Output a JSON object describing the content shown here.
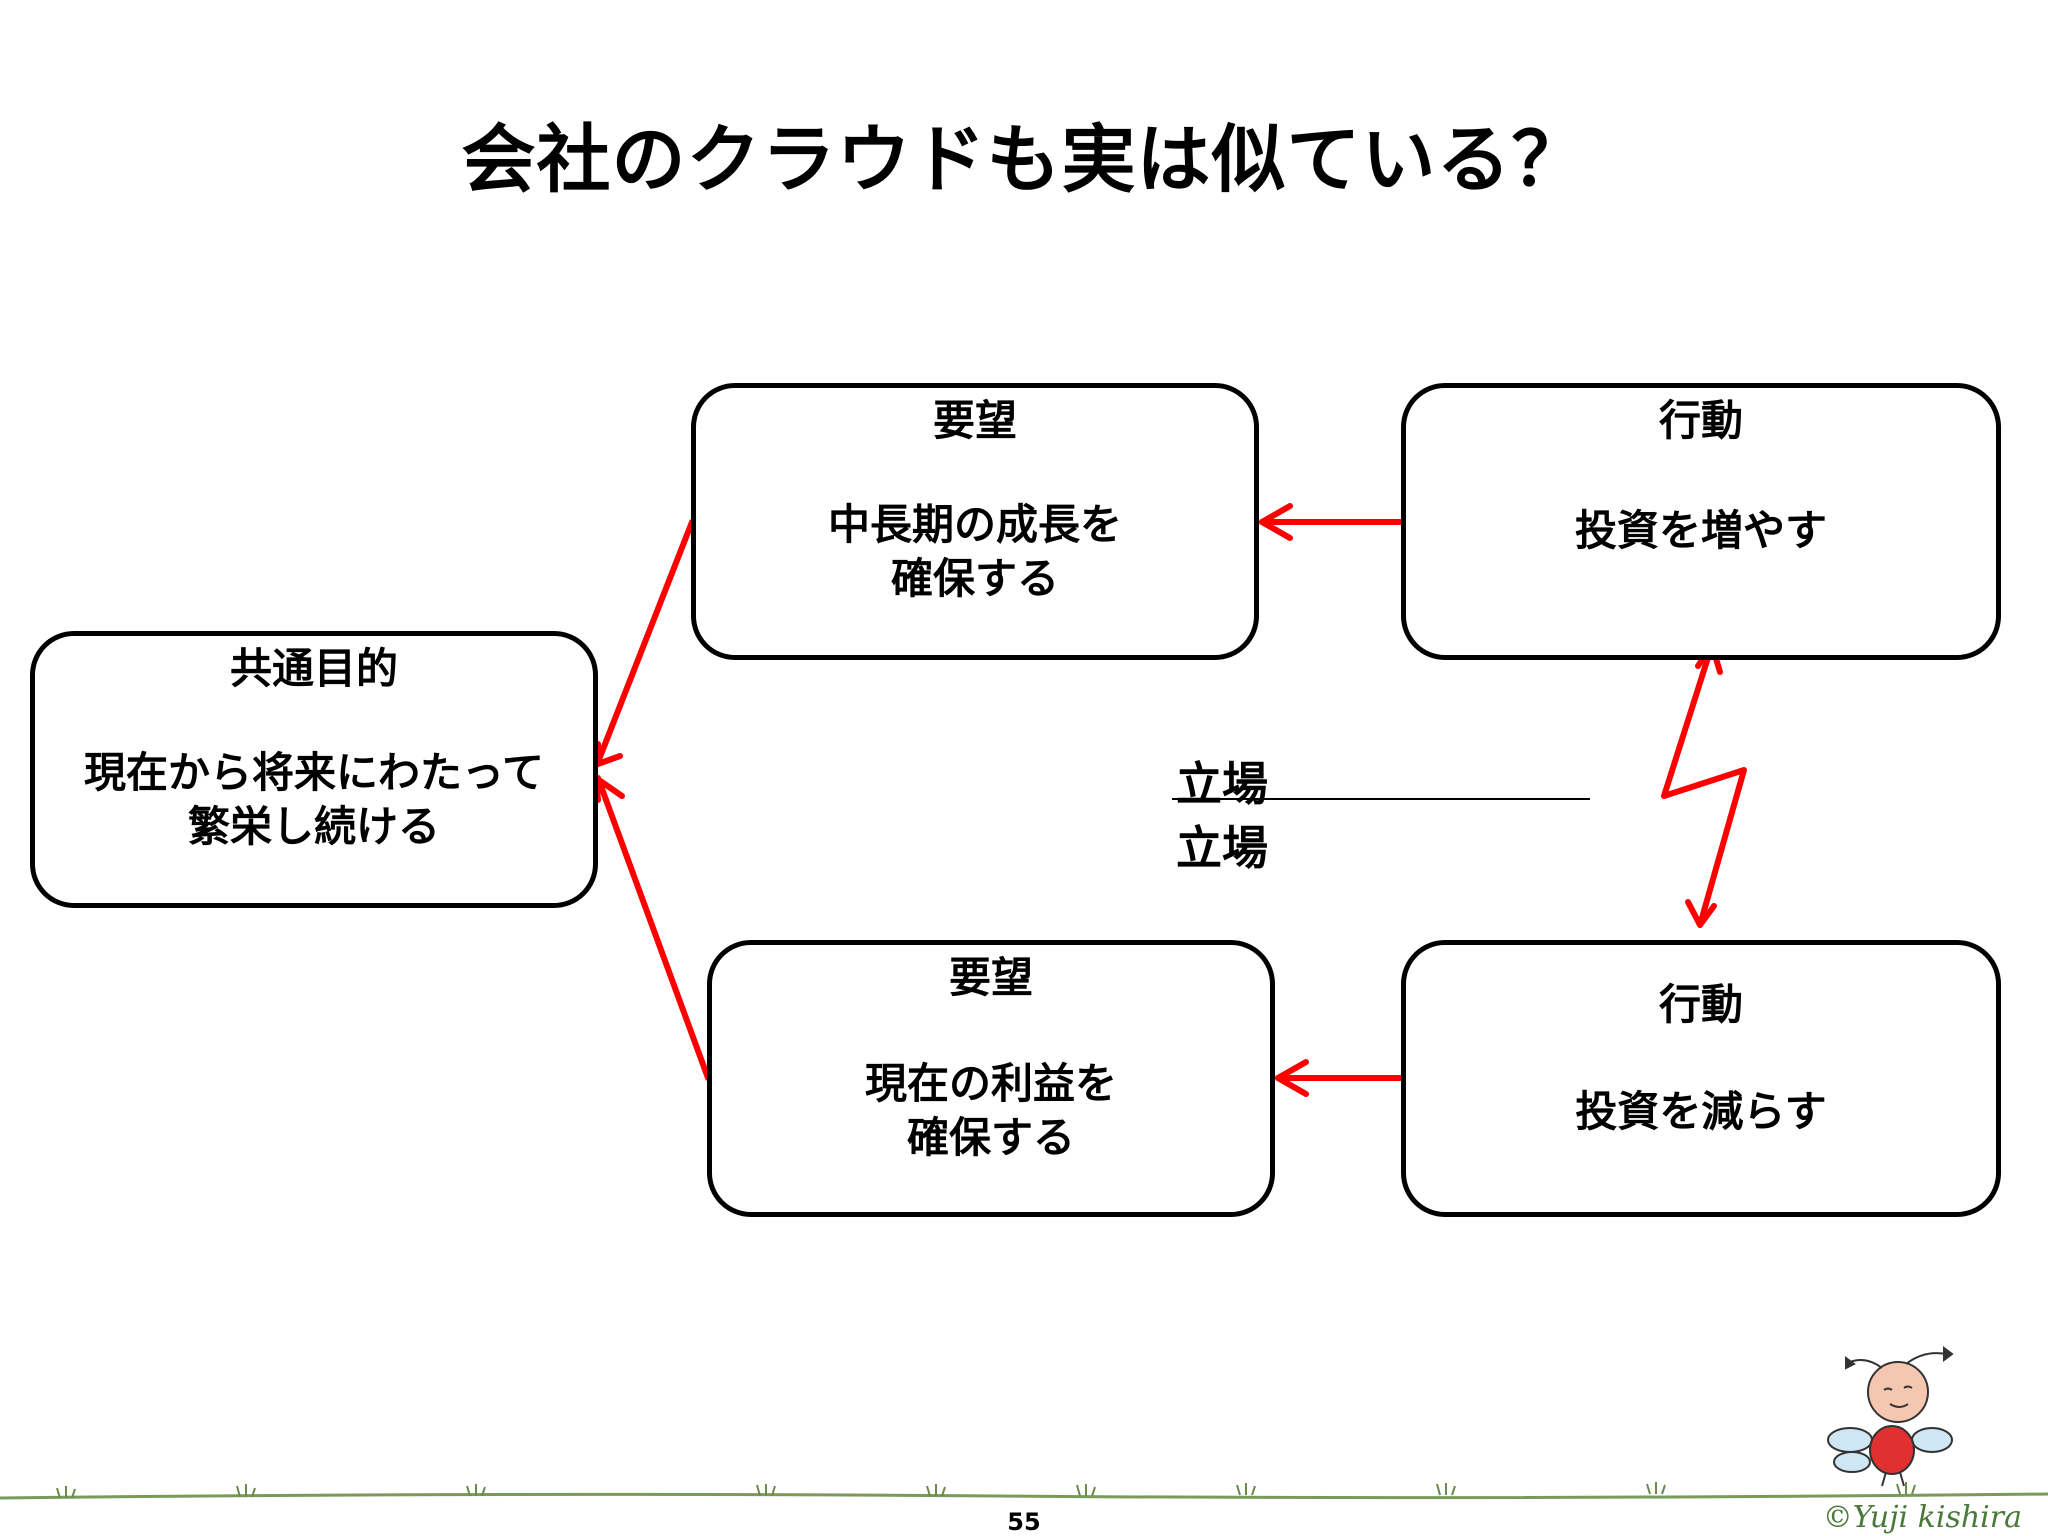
{
  "title": "会社のクラウドも実は似ている？",
  "boxes": {
    "goal": {
      "heading": "共通目的",
      "line1": "現在から将来にわたって",
      "line2": "繁栄し続ける"
    },
    "request_top": {
      "heading": "要望",
      "line1": "中長期の成長を",
      "line2": "確保する"
    },
    "action_top": {
      "heading": "行動",
      "line1": "投資を増やす"
    },
    "request_bottom": {
      "heading": "要望",
      "line1": "現在の利益を",
      "line2": "確保する"
    },
    "action_bottom": {
      "heading": "行動",
      "line1": "投資を減らす"
    }
  },
  "stance": {
    "top": "立場",
    "bottom": "立場"
  },
  "footer": {
    "page_number": "55",
    "copyright": "©Yuji kishira"
  },
  "colors": {
    "arrow": "#ff0000",
    "border": "#000000",
    "grass": "#4a7a3a"
  },
  "icons": [
    "bee-mascot-illustration",
    "grass-ground-line"
  ]
}
